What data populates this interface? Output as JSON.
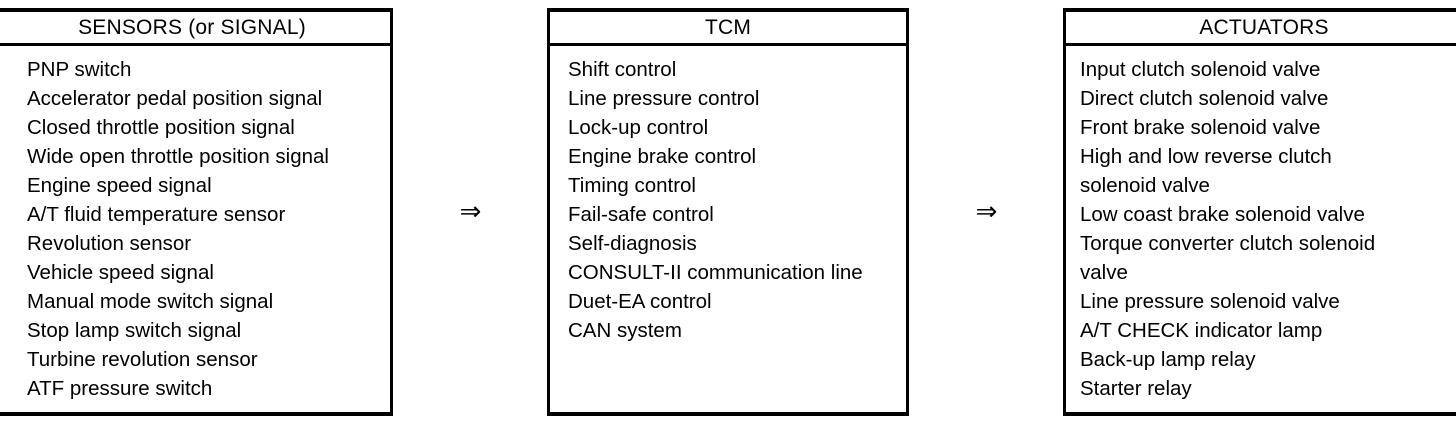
{
  "diagram": {
    "type": "block-flow",
    "orientation": "left-to-right",
    "columns": 3,
    "border_color": "#000000",
    "background_color": "#ffffff",
    "text_color": "#000000"
  },
  "sensors": {
    "header": "SENSORS (or SIGNAL)",
    "items": [
      "PNP switch",
      "Accelerator pedal position signal",
      "Closed throttle position signal",
      "Wide open throttle position signal",
      "Engine speed signal",
      "A/T fluid temperature sensor",
      "Revolution sensor",
      "Vehicle speed signal",
      "Manual mode switch signal",
      "Stop lamp switch signal",
      "Turbine revolution sensor",
      "ATF pressure switch"
    ]
  },
  "tcm": {
    "header": "TCM",
    "items": [
      "Shift control",
      "Line pressure control",
      "Lock-up control",
      "Engine brake control",
      "Timing control",
      "Fail-safe control",
      "Self-diagnosis",
      "CONSULT-II communication line",
      "Duet-EA control",
      "CAN system"
    ]
  },
  "actuators": {
    "header": "ACTUATORS",
    "items": [
      "Input clutch solenoid valve",
      "Direct clutch solenoid valve",
      "Front brake solenoid valve",
      "High and low reverse clutch",
      "solenoid valve",
      "Low coast brake solenoid valve",
      "Torque converter clutch solenoid",
      "valve",
      "Line pressure solenoid valve",
      "A/T CHECK indicator lamp",
      "Back-up lamp relay",
      "Starter relay"
    ]
  },
  "arrows": {
    "sensors_to_tcm": "⇒",
    "tcm_to_actuators": "⇒"
  }
}
